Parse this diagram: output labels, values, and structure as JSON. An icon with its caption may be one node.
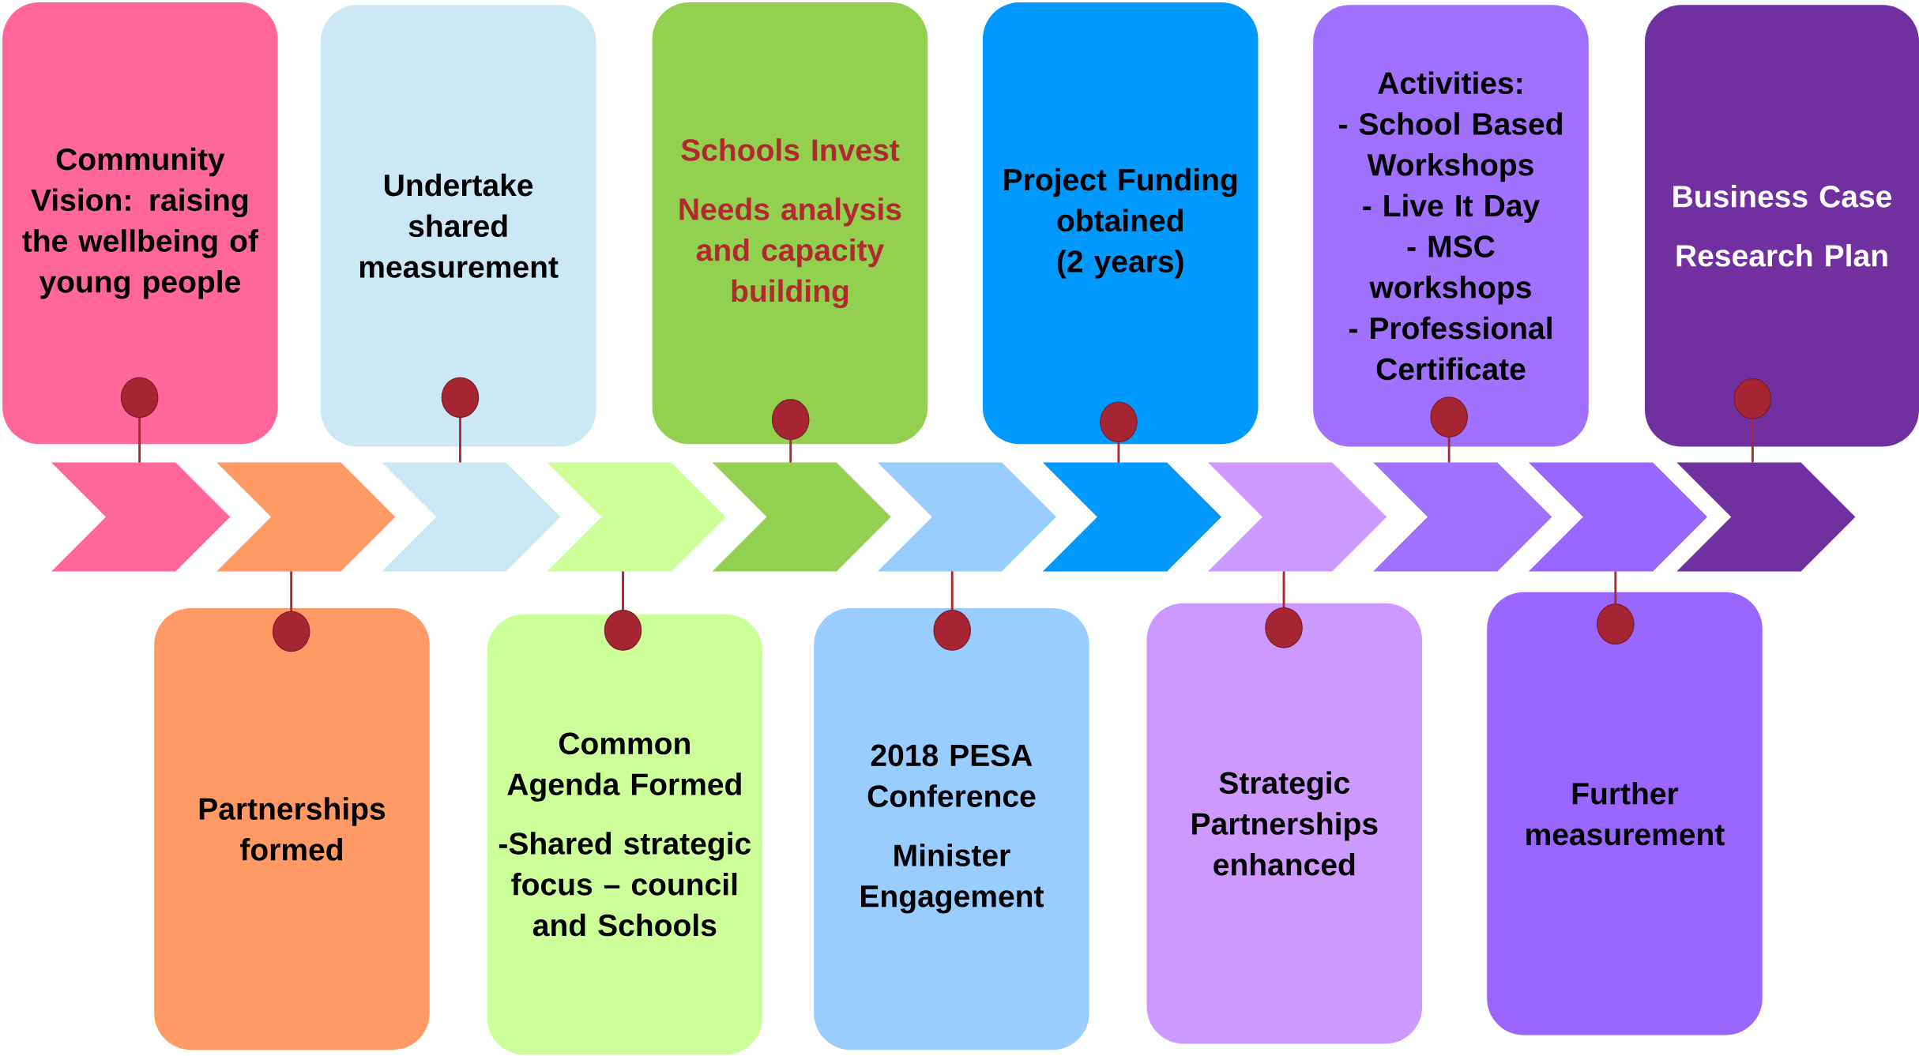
{
  "diagram": {
    "nodes": [
      {
        "text": [
          "Community Vision: raising the wellbeing of young people"
        ]
      },
      {
        "text": [
          "Undertake shared measurement"
        ]
      },
      {
        "text": [
          "Schools Invest",
          "Needs analysis and capacity building"
        ]
      },
      {
        "text": [
          "Project Funding obtained (2 years)"
        ]
      },
      {
        "text": [
          "Activities:",
          "- School Based Workshops",
          "- Live It Day",
          "- MSC workshops",
          "- Professional Certificate"
        ]
      },
      {
        "text": [
          "Business Case",
          "Research Plan"
        ]
      },
      {
        "text": [],
        "shape": "chevron"
      },
      {
        "text": [],
        "shape": "chevron"
      },
      {
        "text": [],
        "shape": "chevron"
      },
      {
        "text": [],
        "shape": "chevron"
      },
      {
        "text": [],
        "shape": "chevron"
      },
      {
        "text": [],
        "shape": "chevron"
      },
      {
        "text": [],
        "shape": "chevron"
      },
      {
        "text": [],
        "shape": "chevron"
      },
      {
        "text": [],
        "shape": "chevron"
      },
      {
        "text": [],
        "shape": "chevron"
      },
      {
        "text": [],
        "shape": "chevron"
      },
      {
        "text": [
          "Partnerships formed"
        ]
      },
      {
        "text": [
          "Common Agenda Formed",
          "-Shared strategic focus – council and Schools"
        ]
      },
      {
        "text": [
          "2018 PESA Conference",
          "Minister Engagement"
        ]
      },
      {
        "text": [
          "Strategic Partnerships enhanced"
        ]
      },
      {
        "text": [
          "Further measurement"
        ]
      }
    ],
    "edges": [
      {
        "from": 0,
        "to": 6,
        "arrow": "other"
      },
      {
        "from": 17,
        "to": 7,
        "arrow": "other"
      },
      {
        "from": 1,
        "to": 8,
        "arrow": "other"
      },
      {
        "from": 18,
        "to": 9,
        "arrow": "other"
      },
      {
        "from": 2,
        "to": 10,
        "arrow": "other"
      },
      {
        "from": 19,
        "to": 11,
        "arrow": "other"
      },
      {
        "from": 3,
        "to": 12,
        "arrow": "other"
      },
      {
        "from": 20,
        "to": 13,
        "arrow": "other"
      },
      {
        "from": 4,
        "to": 14,
        "arrow": "other"
      },
      {
        "from": 21,
        "to": 15,
        "arrow": "other"
      },
      {
        "from": 5,
        "to": 16,
        "arrow": "other"
      }
    ]
  }
}
